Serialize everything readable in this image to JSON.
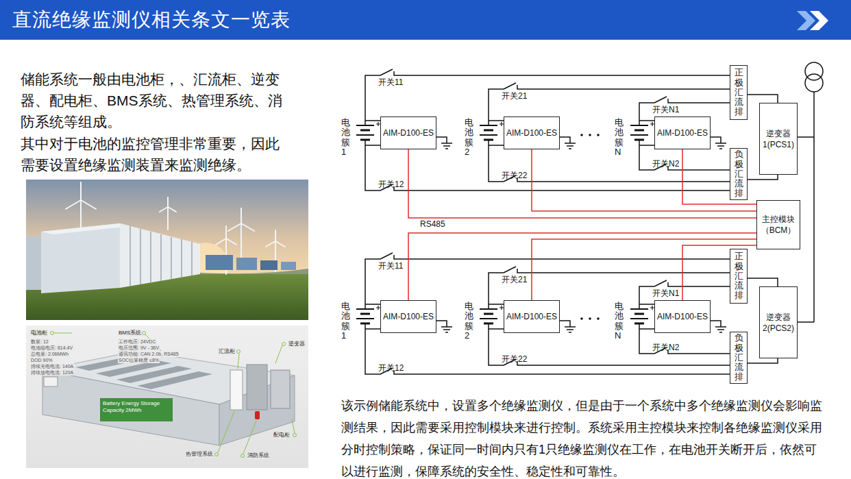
{
  "diagram": {
    "title": "直流绝缘监测仪相关条文一览表",
    "caption": "该示例储能系统中，设置多个绝缘监测仪，但是由于一个系统中多个绝缘监测仪会影响监测结果，因此需要采用控制模块来进行控制。系统采用主控模块来控制各绝缘监测仪采用分时控制策略，保证同一时间内只有1只绝缘监测仪在工作，在电池开关断开后，依然可以进行监测，保障系统的安全性、稳定性和可靠性。",
    "nodes": [
      {
        "text": [
          "AIM-D100-ES"
        ]
      },
      {
        "text": [
          "AIM-D100-ES"
        ]
      },
      {
        "text": [
          "AIM-D100-ES"
        ]
      },
      {
        "text": [
          "正极汇流排"
        ]
      },
      {
        "text": [
          "逆变器 1(PCS1)"
        ]
      },
      {
        "text": [
          "负极汇流排"
        ]
      },
      {
        "text": [
          "主控模块（BCM）"
        ]
      },
      {
        "text": [
          "正极汇流排"
        ]
      },
      {
        "text": [
          "AIM-D100-ES"
        ]
      },
      {
        "text": [
          "AIM-D100-ES"
        ]
      },
      {
        "text": [
          "AIM-D100-ES"
        ]
      },
      {
        "text": [
          "逆变器 2(PCS2)"
        ]
      },
      {
        "text": [
          "负极汇流排"
        ]
      }
    ],
    "edges": [
      {
        "from": 0,
        "to": 6,
        "arrow": "none"
      },
      {
        "from": 1,
        "to": 6,
        "arrow": "none"
      },
      {
        "from": 2,
        "to": 6,
        "arrow": "none"
      },
      {
        "from": 3,
        "to": 4,
        "arrow": "none"
      },
      {
        "from": 5,
        "to": 4,
        "arrow": "none"
      },
      {
        "from": 8,
        "to": 6,
        "arrow": "none"
      },
      {
        "from": 9,
        "to": 6,
        "arrow": "none"
      },
      {
        "from": 10,
        "to": 6,
        "arrow": "none"
      },
      {
        "from": 7,
        "to": 11,
        "arrow": "none"
      },
      {
        "from": 12,
        "to": 11,
        "arrow": "none"
      }
    ],
    "labels": [
      "储能系统一般由电池柜，、汇流柜、逆变器、配电柜、BMS系统、热管理系统、消防系统等组成。",
      "其中对于电池的监控管理非常重要，因此需要设置绝缘监测装置来监测绝缘。",
      "电池柜",
      "数量: 12",
      "电池组电压: 614.4V",
      "总电量: 2.06MWh",
      "DOD 90%",
      "持续充电电流: 140A",
      "持续放电电流: 120A",
      "BMS系统",
      "工作电压: 24VDC",
      "电压范围: 9V - 36V",
      "通讯功能: CAN 2.0b, RS485",
      "SOC估算精度 ≤8%",
      "逆变器",
      "汇流柜",
      "Battery Energy Storage Capacity 2MWh",
      "配电柜",
      "热管理系统",
      "消防系统",
      "开关11",
      "开关21",
      "开关N1",
      "电池簇1",
      "电池簇2",
      "电池簇N",
      "开关22",
      "开关N2",
      "开关12",
      "RS485",
      "开关11",
      "开关21",
      "开关N1",
      "电池簇1",
      "电池簇2",
      "电池簇N",
      "开关22",
      "开关N2",
      "开关12"
    ]
  }
}
